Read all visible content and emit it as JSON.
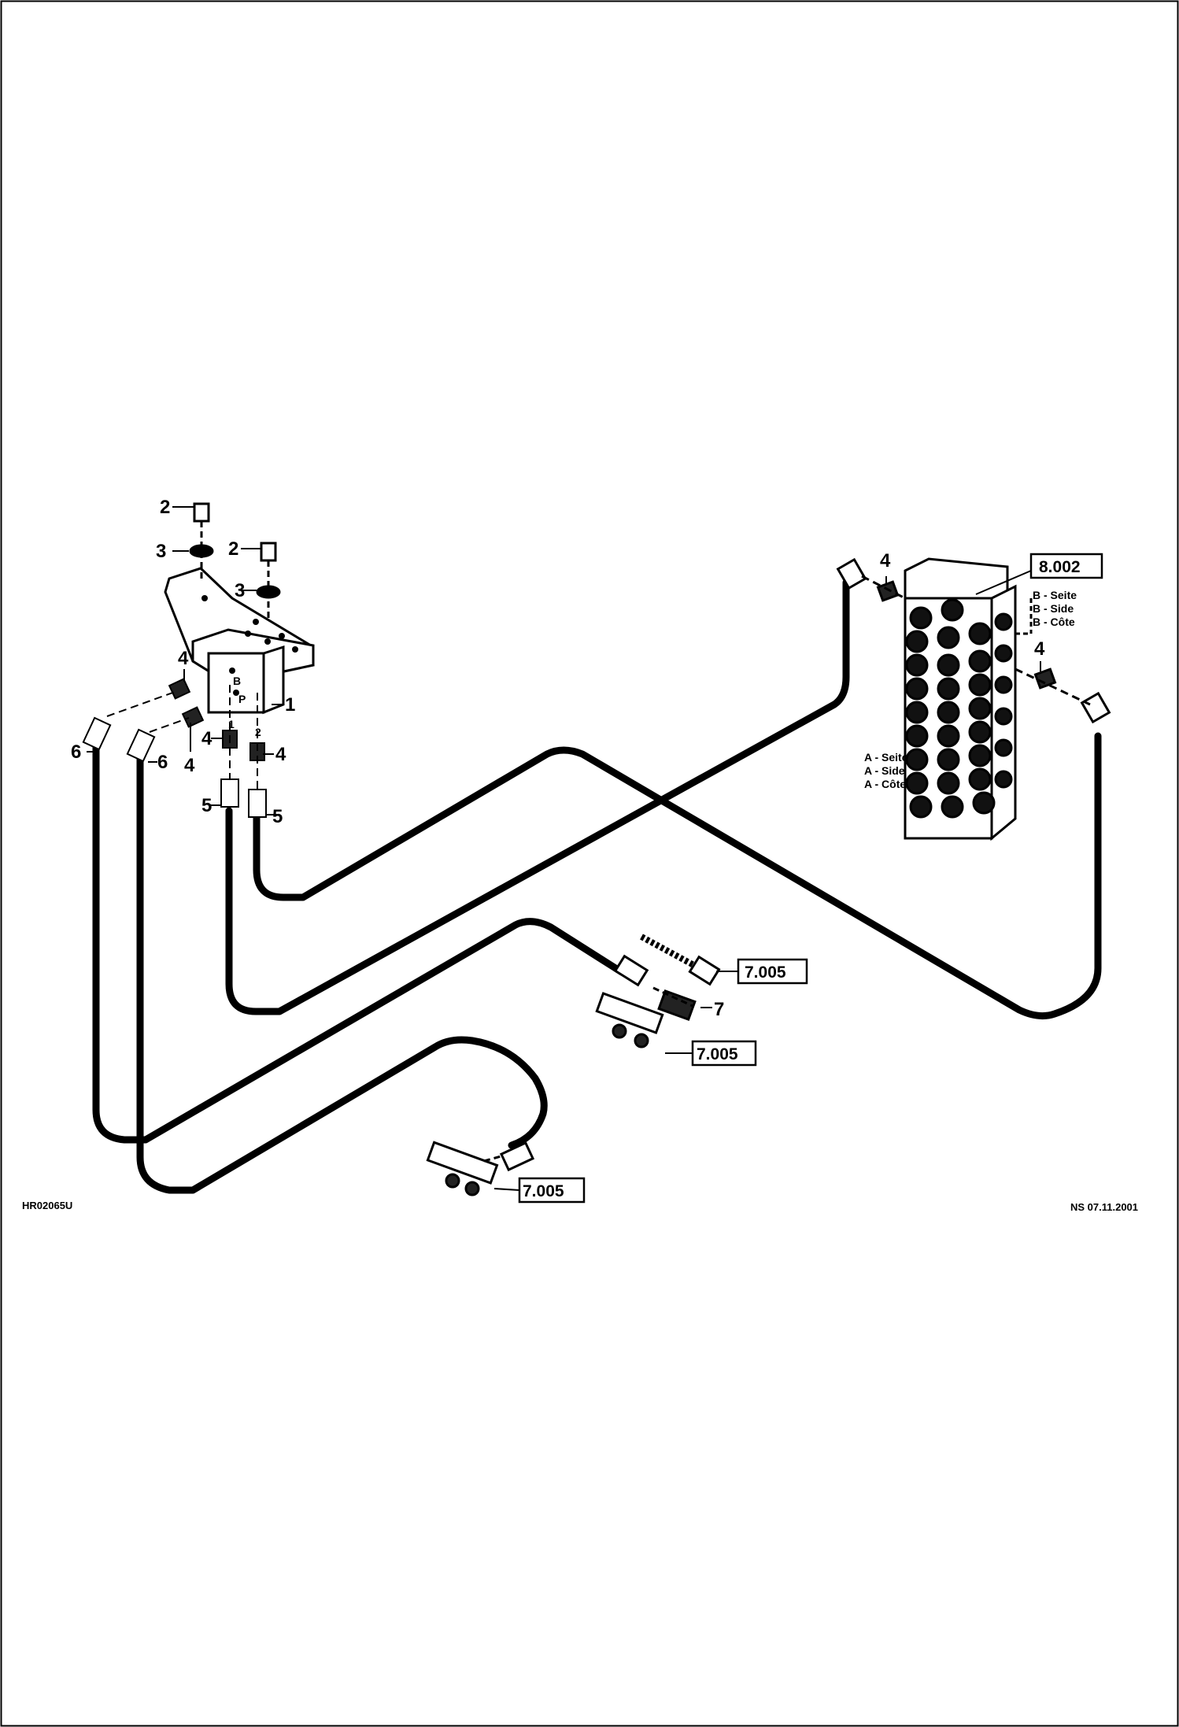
{
  "drawing": {
    "code": "HR02065U",
    "date": "NS 07.11.2001"
  },
  "references": {
    "valve_ref": "8.002",
    "ref_a": "7.005",
    "ref_b": "7.005",
    "ref_c": "7.005"
  },
  "side_labels": {
    "b": [
      "B - Seite",
      "B - Side",
      "B - Côte"
    ],
    "a": [
      "A - Seite",
      "A - Side",
      "A - Côte"
    ]
  },
  "port_labels": {
    "p1": "1",
    "p2": "2",
    "pb": "B",
    "pp": "P"
  },
  "callouts": {
    "c1": "1",
    "c2a": "2",
    "c2b": "2",
    "c3a": "3",
    "c3b": "3",
    "c4a": "4",
    "c4b": "4",
    "c4c": "4",
    "c4d": "4",
    "c4e": "4",
    "c4f": "4",
    "c5a": "5",
    "c5b": "5",
    "c6a": "6",
    "c6b": "6",
    "c7": "7"
  }
}
